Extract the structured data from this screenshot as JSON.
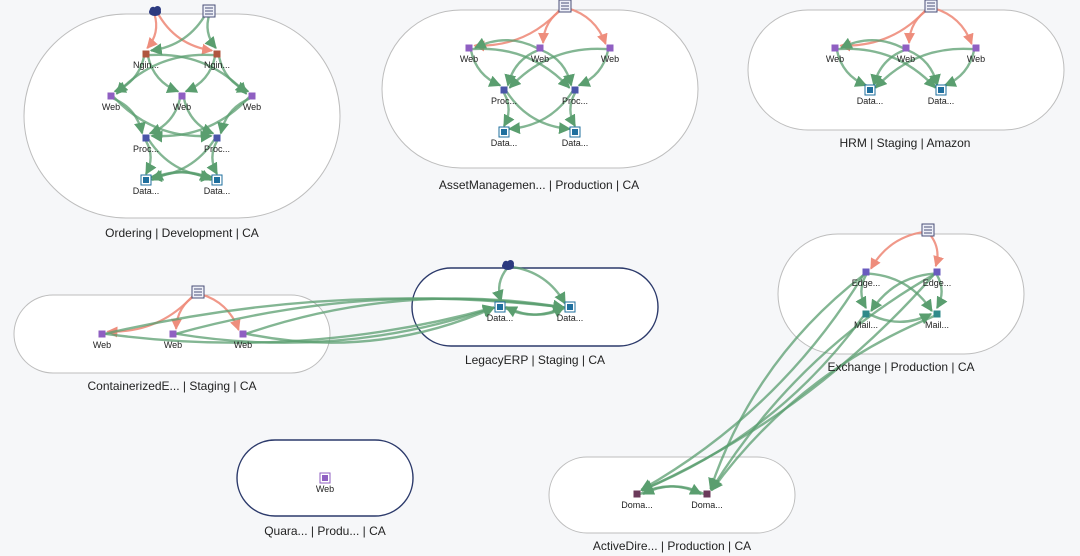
{
  "colors": {
    "background": "#f6f7f9",
    "group_border": "#bdbdbd",
    "group_border_selected": "#2c3a6b",
    "edge_green": "#5a9e6f",
    "edge_red": "#ee8d7c",
    "web_node": "#8f5fc2",
    "nginx_node": "#b0553f",
    "proc_node": "#4a55a8",
    "data_node": "#1f6f9e",
    "edge_node": "#6a5bbf",
    "mail_node": "#2f8a8a",
    "domain_node": "#6b3a5a",
    "cloud_icon": "#2c3a80"
  },
  "groups": [
    {
      "id": "ordering",
      "label": "Ordering | Development | CA"
    },
    {
      "id": "asset",
      "label": "AssetManagemen... | Production | CA"
    },
    {
      "id": "hrm",
      "label": "HRM | Staging | Amazon"
    },
    {
      "id": "container",
      "label": "ContainerizedE... | Staging | CA"
    },
    {
      "id": "legacy",
      "label": "LegacyERP | Staging | CA"
    },
    {
      "id": "exchange",
      "label": "Exchange | Production | CA"
    },
    {
      "id": "quara",
      "label": "Quara... | Produ... | CA"
    },
    {
      "id": "active",
      "label": "ActiveDire... | Production | CA"
    }
  ],
  "nodes": [
    {
      "id": "o_ngx1",
      "label": "Ngin...",
      "kind": "nginx"
    },
    {
      "id": "o_ngx2",
      "label": "Ngin...",
      "kind": "nginx"
    },
    {
      "id": "o_web1",
      "label": "Web",
      "kind": "web"
    },
    {
      "id": "o_web2",
      "label": "Web",
      "kind": "web"
    },
    {
      "id": "o_web3",
      "label": "Web",
      "kind": "web"
    },
    {
      "id": "o_proc1",
      "label": "Proc...",
      "kind": "proc"
    },
    {
      "id": "o_proc2",
      "label": "Proc...",
      "kind": "proc"
    },
    {
      "id": "o_data1",
      "label": "Data...",
      "kind": "data"
    },
    {
      "id": "o_data2",
      "label": "Data...",
      "kind": "data"
    },
    {
      "id": "a_web1",
      "label": "Web",
      "kind": "web"
    },
    {
      "id": "a_web2",
      "label": "Web",
      "kind": "web"
    },
    {
      "id": "a_web3",
      "label": "Web",
      "kind": "web"
    },
    {
      "id": "a_proc1",
      "label": "Proc...",
      "kind": "proc"
    },
    {
      "id": "a_proc2",
      "label": "Proc...",
      "kind": "proc"
    },
    {
      "id": "a_data1",
      "label": "Data...",
      "kind": "data"
    },
    {
      "id": "a_data2",
      "label": "Data...",
      "kind": "data"
    },
    {
      "id": "h_web1",
      "label": "Web",
      "kind": "web"
    },
    {
      "id": "h_web2",
      "label": "Web",
      "kind": "web"
    },
    {
      "id": "h_web3",
      "label": "Web",
      "kind": "web"
    },
    {
      "id": "h_data1",
      "label": "Data...",
      "kind": "data"
    },
    {
      "id": "h_data2",
      "label": "Data...",
      "kind": "data"
    },
    {
      "id": "c_web1",
      "label": "Web",
      "kind": "web"
    },
    {
      "id": "c_web2",
      "label": "Web",
      "kind": "web"
    },
    {
      "id": "c_web3",
      "label": "Web",
      "kind": "web"
    },
    {
      "id": "l_data1",
      "label": "Data...",
      "kind": "data"
    },
    {
      "id": "l_data2",
      "label": "Data...",
      "kind": "data"
    },
    {
      "id": "e_edge1",
      "label": "Edge...",
      "kind": "edge"
    },
    {
      "id": "e_edge2",
      "label": "Edge...",
      "kind": "edge"
    },
    {
      "id": "e_mail1",
      "label": "Mail...",
      "kind": "mail"
    },
    {
      "id": "e_mail2",
      "label": "Mail...",
      "kind": "mail"
    },
    {
      "id": "q_web",
      "label": "Web",
      "kind": "web"
    },
    {
      "id": "ad_dom1",
      "label": "Doma...",
      "kind": "domain"
    },
    {
      "id": "ad_dom2",
      "label": "Doma...",
      "kind": "domain"
    }
  ],
  "external_sources": [
    {
      "id": "o_cloud",
      "kind": "cloud-icon"
    },
    {
      "id": "o_list",
      "kind": "list-icon"
    },
    {
      "id": "a_list",
      "kind": "list-icon"
    },
    {
      "id": "h_list",
      "kind": "list-icon"
    },
    {
      "id": "c_list",
      "kind": "list-icon"
    },
    {
      "id": "l_cloud",
      "kind": "cloud-icon"
    },
    {
      "id": "e_list",
      "kind": "list-icon"
    }
  ],
  "edges": [
    {
      "from": "o_cloud",
      "to": "o_ngx1",
      "color": "red"
    },
    {
      "from": "o_cloud",
      "to": "o_ngx2",
      "color": "red"
    },
    {
      "from": "o_list",
      "to": "o_ngx1",
      "color": "green"
    },
    {
      "from": "o_list",
      "to": "o_ngx2",
      "color": "green"
    },
    {
      "from": "o_ngx1",
      "to": "o_web1",
      "color": "green"
    },
    {
      "from": "o_ngx1",
      "to": "o_web2",
      "color": "green"
    },
    {
      "from": "o_ngx1",
      "to": "o_web3",
      "color": "green"
    },
    {
      "from": "o_ngx2",
      "to": "o_web1",
      "color": "green"
    },
    {
      "from": "o_ngx2",
      "to": "o_web2",
      "color": "green"
    },
    {
      "from": "o_ngx2",
      "to": "o_web3",
      "color": "green"
    },
    {
      "from": "o_web1",
      "to": "o_proc1",
      "color": "green"
    },
    {
      "from": "o_web1",
      "to": "o_proc2",
      "color": "green"
    },
    {
      "from": "o_web2",
      "to": "o_proc1",
      "color": "green"
    },
    {
      "from": "o_web2",
      "to": "o_proc2",
      "color": "green"
    },
    {
      "from": "o_web3",
      "to": "o_proc1",
      "color": "green"
    },
    {
      "from": "o_web3",
      "to": "o_proc2",
      "color": "green"
    },
    {
      "from": "o_proc1",
      "to": "o_data1",
      "color": "green"
    },
    {
      "from": "o_proc1",
      "to": "o_data2",
      "color": "green"
    },
    {
      "from": "o_proc2",
      "to": "o_data1",
      "color": "green"
    },
    {
      "from": "o_proc2",
      "to": "o_data2",
      "color": "green"
    },
    {
      "from": "o_data1",
      "to": "o_data2",
      "color": "green"
    },
    {
      "from": "o_data2",
      "to": "o_data1",
      "color": "green"
    },
    {
      "from": "a_list",
      "to": "a_web1",
      "color": "red"
    },
    {
      "from": "a_list",
      "to": "a_web2",
      "color": "red"
    },
    {
      "from": "a_list",
      "to": "a_web3",
      "color": "red"
    },
    {
      "from": "a_web1",
      "to": "a_proc1",
      "color": "green"
    },
    {
      "from": "a_web1",
      "to": "a_proc2",
      "color": "green"
    },
    {
      "from": "a_web2",
      "to": "a_proc1",
      "color": "green"
    },
    {
      "from": "a_web2",
      "to": "a_proc2",
      "color": "green"
    },
    {
      "from": "a_web3",
      "to": "a_proc1",
      "color": "green"
    },
    {
      "from": "a_web3",
      "to": "a_proc2",
      "color": "green"
    },
    {
      "from": "a_web2",
      "to": "a_web1",
      "color": "green"
    },
    {
      "from": "a_proc1",
      "to": "a_data1",
      "color": "green"
    },
    {
      "from": "a_proc1",
      "to": "a_data2",
      "color": "green"
    },
    {
      "from": "a_proc2",
      "to": "a_data1",
      "color": "green"
    },
    {
      "from": "a_proc2",
      "to": "a_data2",
      "color": "green"
    },
    {
      "from": "h_list",
      "to": "h_web1",
      "color": "red"
    },
    {
      "from": "h_list",
      "to": "h_web2",
      "color": "red"
    },
    {
      "from": "h_list",
      "to": "h_web3",
      "color": "red"
    },
    {
      "from": "h_web1",
      "to": "h_data1",
      "color": "green"
    },
    {
      "from": "h_web1",
      "to": "h_data2",
      "color": "green"
    },
    {
      "from": "h_web2",
      "to": "h_data1",
      "color": "green"
    },
    {
      "from": "h_web2",
      "to": "h_data2",
      "color": "green"
    },
    {
      "from": "h_web3",
      "to": "h_data1",
      "color": "green"
    },
    {
      "from": "h_web3",
      "to": "h_data2",
      "color": "green"
    },
    {
      "from": "h_web2",
      "to": "h_web1",
      "color": "green"
    },
    {
      "from": "c_list",
      "to": "c_web1",
      "color": "red"
    },
    {
      "from": "c_list",
      "to": "c_web2",
      "color": "red"
    },
    {
      "from": "c_list",
      "to": "c_web3",
      "color": "red"
    },
    {
      "from": "c_web1",
      "to": "l_data1",
      "color": "green"
    },
    {
      "from": "c_web1",
      "to": "l_data2",
      "color": "green"
    },
    {
      "from": "c_web2",
      "to": "l_data1",
      "color": "green"
    },
    {
      "from": "c_web2",
      "to": "l_data2",
      "color": "green"
    },
    {
      "from": "c_web3",
      "to": "l_data1",
      "color": "green"
    },
    {
      "from": "c_web3",
      "to": "l_data2",
      "color": "green"
    },
    {
      "from": "l_cloud",
      "to": "l_data1",
      "color": "green"
    },
    {
      "from": "l_cloud",
      "to": "l_data2",
      "color": "green"
    },
    {
      "from": "l_data1",
      "to": "l_data2",
      "color": "green"
    },
    {
      "from": "l_data2",
      "to": "l_data1",
      "color": "green"
    },
    {
      "from": "e_list",
      "to": "e_edge1",
      "color": "red"
    },
    {
      "from": "e_list",
      "to": "e_edge2",
      "color": "red"
    },
    {
      "from": "e_edge1",
      "to": "e_mail1",
      "color": "green"
    },
    {
      "from": "e_edge1",
      "to": "e_mail2",
      "color": "green"
    },
    {
      "from": "e_edge2",
      "to": "e_mail1",
      "color": "green"
    },
    {
      "from": "e_edge2",
      "to": "e_mail2",
      "color": "green"
    },
    {
      "from": "e_mail1",
      "to": "e_mail2",
      "color": "green"
    },
    {
      "from": "e_edge1",
      "to": "ad_dom1",
      "color": "green"
    },
    {
      "from": "e_edge1",
      "to": "ad_dom2",
      "color": "green"
    },
    {
      "from": "e_edge2",
      "to": "ad_dom1",
      "color": "green"
    },
    {
      "from": "e_edge2",
      "to": "ad_dom2",
      "color": "green"
    },
    {
      "from": "e_mail1",
      "to": "ad_dom1",
      "color": "green"
    },
    {
      "from": "e_mail2",
      "to": "ad_dom2",
      "color": "green"
    },
    {
      "from": "ad_dom1",
      "to": "ad_dom2",
      "color": "green"
    },
    {
      "from": "ad_dom2",
      "to": "ad_dom1",
      "color": "green"
    }
  ]
}
